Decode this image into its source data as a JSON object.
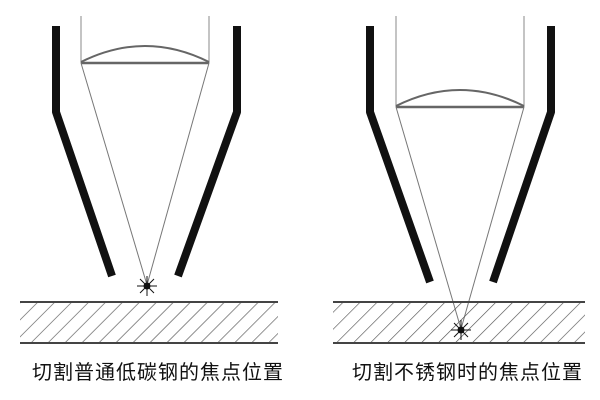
{
  "diagram": {
    "type": "laser cutting focus position comparison",
    "panels": [
      {
        "id": "left",
        "caption": "切割普通低碳钢的焦点位置",
        "focus_location": "workpiece-top-surface"
      },
      {
        "id": "right",
        "caption": "切割不锈钢时的焦点位置",
        "focus_location": "inside-workpiece-near-bottom"
      }
    ],
    "colors": {
      "nozzle": "#111111",
      "beam": "#777777",
      "lens": "#666666",
      "hatch": "#555555",
      "background": "#ffffff"
    }
  }
}
